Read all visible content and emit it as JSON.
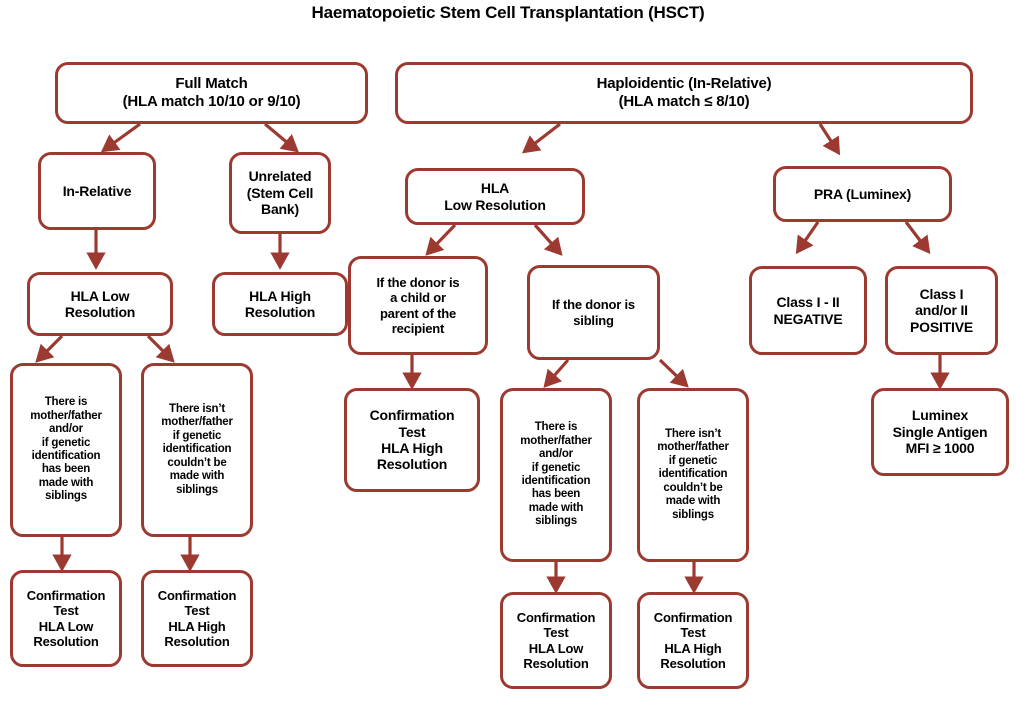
{
  "diagram": {
    "title": "Haematopoietic Stem Cell Transplantation  (HSCT)",
    "accent_color": "#9C3A31",
    "text_color": "#000000",
    "background_color": "#FFFFFF",
    "nodes": {
      "full_match": {
        "line1": "Full Match",
        "line2": "(HLA match 10/10 or 9/10)"
      },
      "haploidentic": {
        "line1": "Haploidentic (In-Relative)",
        "line2": "(HLA match ≤  8/10)"
      },
      "in_relative": {
        "line1": "In-Relative"
      },
      "unrelated": {
        "line1": "Unrelated",
        "line2": "(Stem Cell",
        "line3": "Bank)"
      },
      "hla_low_mid": {
        "line1": "HLA",
        "line2": "Low Resolution"
      },
      "pra_luminex": {
        "line1": "PRA (Luminex)"
      },
      "hla_low_left": {
        "line1": "HLA Low",
        "line2": "Resolution"
      },
      "hla_high_left": {
        "line1": "HLA High",
        "line2": "Resolution"
      },
      "donor_child_parent": {
        "line1": "If the donor is",
        "line2": "a child or",
        "line3": "parent of the",
        "line4": "recipient"
      },
      "donor_sibling": {
        "line1": "If the donor is",
        "line2": "sibling"
      },
      "class_negative": {
        "line1": "Class I - II",
        "line2": "NEGATIVE"
      },
      "class_positive": {
        "line1": "Class I",
        "line2": "and/or II",
        "line3": "POSITIVE"
      },
      "there_is_left": {
        "line1": "There is",
        "line2": "mother/father",
        "line3": "and/or",
        "line4": "if genetic",
        "line5": "identification",
        "line6": "has been",
        "line7": "made with",
        "line8": "siblings"
      },
      "there_isnt_left": {
        "line1": "There isn’t",
        "line2": "mother/father",
        "line3": "if genetic",
        "line4": "identification",
        "line5": "couldn’t be",
        "line6": "made with",
        "line7": "siblings"
      },
      "conf_high_mid": {
        "line1": "Confirmation",
        "line2": "Test",
        "line3": "HLA High",
        "line4": "Resolution"
      },
      "there_is_mid": {
        "line1": "There is",
        "line2": "mother/father",
        "line3": "and/or",
        "line4": "if genetic",
        "line5": "identification",
        "line6": "has been",
        "line7": "made with",
        "line8": "siblings"
      },
      "there_isnt_mid": {
        "line1": "There isn’t",
        "line2": "mother/father",
        "line3": "if genetic",
        "line4": "identification",
        "line5": "couldn’t be",
        "line6": "made with",
        "line7": "siblings"
      },
      "luminex_single": {
        "line1": "Luminex",
        "line2": "Single Antigen",
        "line3": "MFI ≥ 1000"
      },
      "conf_low_left": {
        "line1": "Confirmation",
        "line2": "Test",
        "line3": "HLA Low",
        "line4": "Resolution"
      },
      "conf_high_left": {
        "line1": "Confirmation",
        "line2": "Test",
        "line3": "HLA High",
        "line4": "Resolution"
      },
      "conf_low_mid": {
        "line1": "Confirmation",
        "line2": "Test",
        "line3": "HLA Low",
        "line4": "Resolution"
      },
      "conf_high_mid2": {
        "line1": "Confirmation",
        "line2": "Test",
        "line3": "HLA High",
        "line4": "Resolution"
      }
    }
  }
}
